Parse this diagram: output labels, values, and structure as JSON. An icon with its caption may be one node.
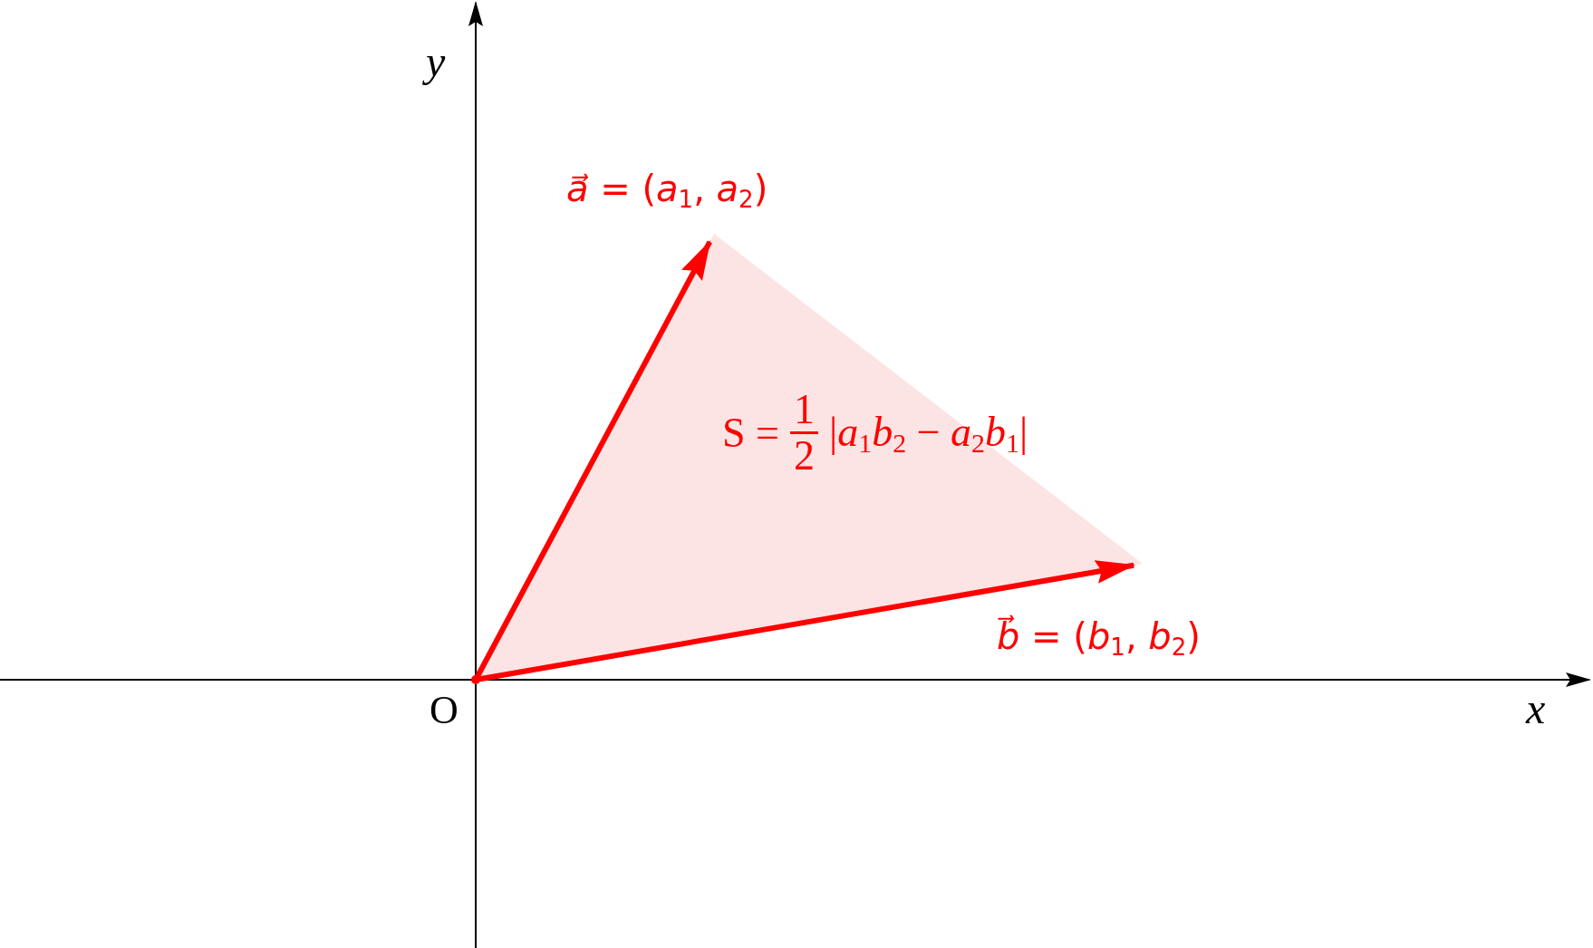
{
  "diagram": {
    "nodes": [
      {
        "text": [],
        "shape": "circle",
        "beside": [
          "O"
        ]
      },
      {
        "text": [
          "*a⃗* = (*a*$_{1}$, *a*$_{2}$)"
        ]
      },
      {
        "text": [
          "*b⃗* = (*b*$_{1}$, *b*$_{2}$)"
        ]
      },
      {
        "text": [
          "S =",
          "1",
          "2",
          "|*a*$_{1}$*b*$_{2}$ − *a*$_{2}$*b*$_{1}$|"
        ]
      }
    ],
    "edges": [
      {
        "from": 0,
        "to": 1,
        "arrow": "to",
        "color": "#ff0000"
      },
      {
        "from": 0,
        "to": 2,
        "arrow": "to",
        "color": "#ff0000"
      }
    ],
    "labels": [
      "y",
      "x"
    ]
  }
}
